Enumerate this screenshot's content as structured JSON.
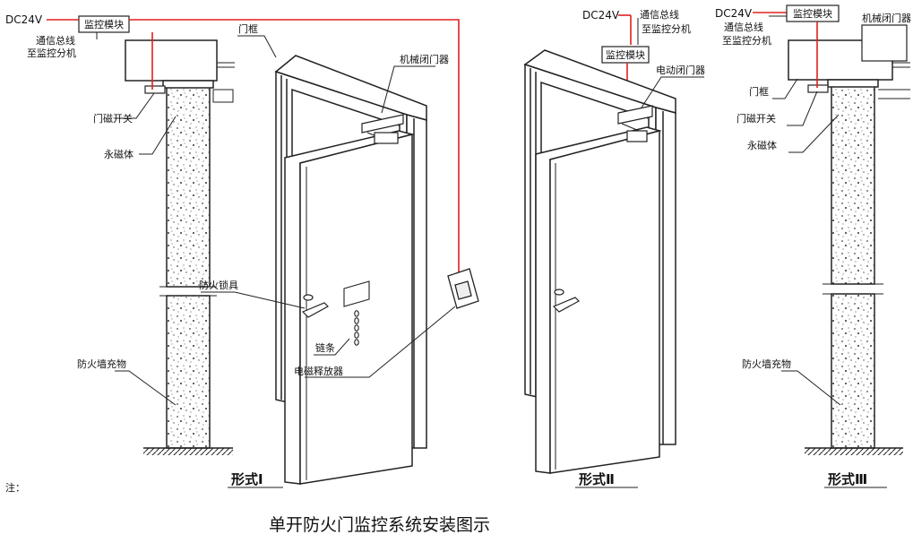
{
  "diagram": {
    "title": "单开防火门监控系统安装图示",
    "note": "注：",
    "forms": [
      {
        "label": "形式Ⅰ",
        "labels": {
          "dc": "DC24V",
          "module": "监控模块",
          "bus1": "通信总线",
          "bus2": "至监控分机",
          "frame": "门框",
          "closer": "机械闭门器",
          "switch": "门磁开关",
          "magnet": "永磁体",
          "lock": "防火锁具",
          "chain": "链条",
          "release": "电磁释放器",
          "fill": "防火墙充物"
        }
      },
      {
        "label": "形式Ⅱ",
        "labels": {
          "dc": "DC24V",
          "bus1": "通信总线",
          "bus2": "至监控分机",
          "module": "监控模块",
          "closer": "电动闭门器"
        }
      },
      {
        "label": "形式Ⅲ",
        "labels": {
          "dc": "DC24V",
          "module": "监控模块",
          "closer": "机械闭门器",
          "bus1": "通信总线",
          "bus2": "至监控分机",
          "frame": "门框",
          "switch": "门磁开关",
          "magnet": "永磁体",
          "fill": "防火墙充物"
        }
      }
    ]
  },
  "colors": {
    "wire": "#e02020",
    "line": "#222222"
  }
}
